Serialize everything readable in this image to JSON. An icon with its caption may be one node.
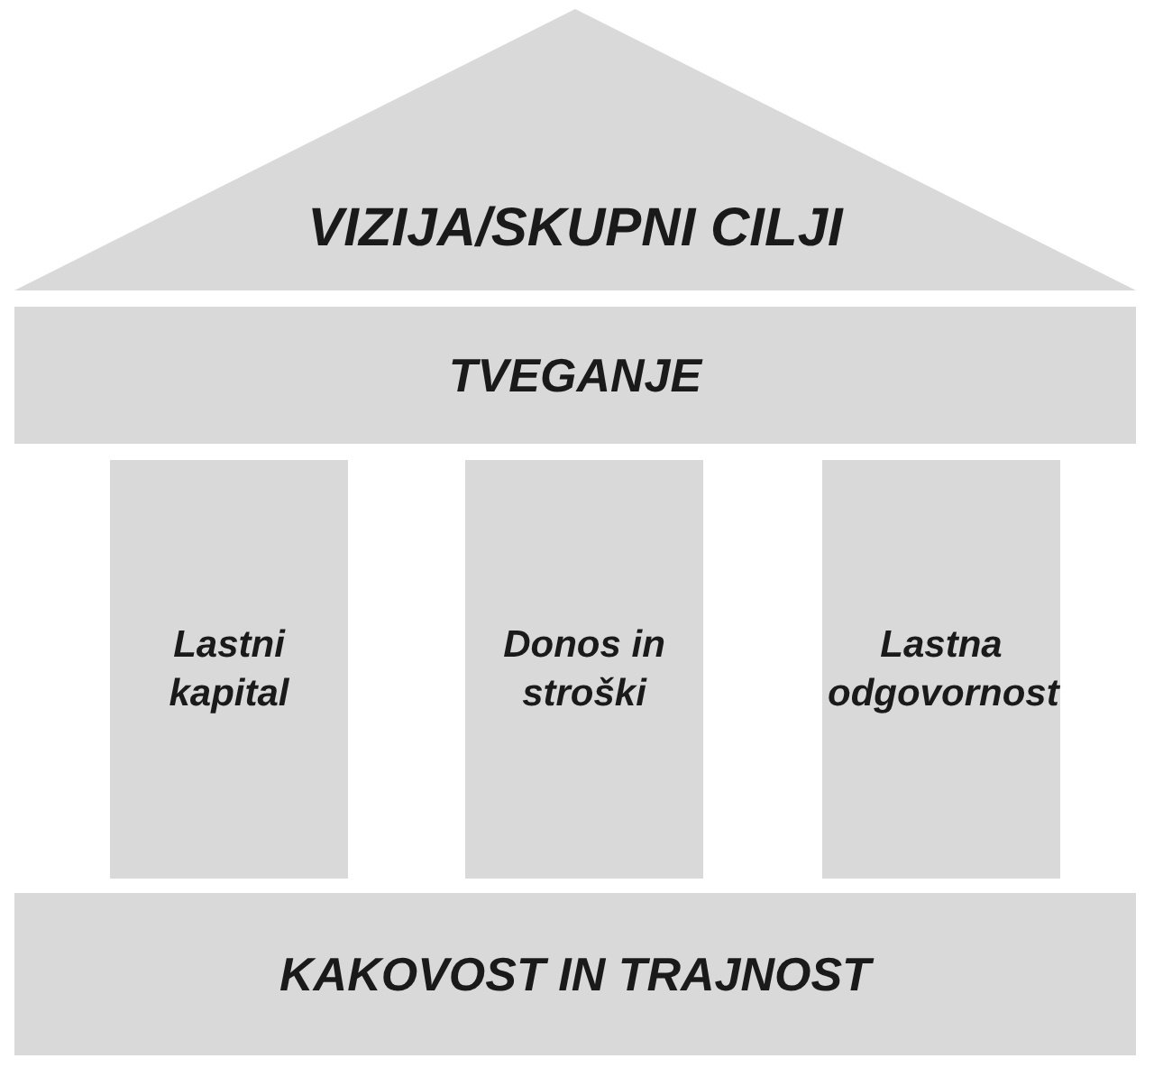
{
  "diagram": {
    "nodes": [
      {
        "text": [
          "VIZIJA/SKUPNI CILJI"
        ]
      },
      {
        "text": [
          "TVEGANJE"
        ]
      },
      {
        "text": [
          "Lastni kapital"
        ]
      },
      {
        "text": [
          "Donos in stroški"
        ]
      },
      {
        "text": [
          "Lastna odgovornost"
        ]
      },
      {
        "text": [
          "KAKOVOST IN TRAJNOST"
        ]
      }
    ]
  }
}
